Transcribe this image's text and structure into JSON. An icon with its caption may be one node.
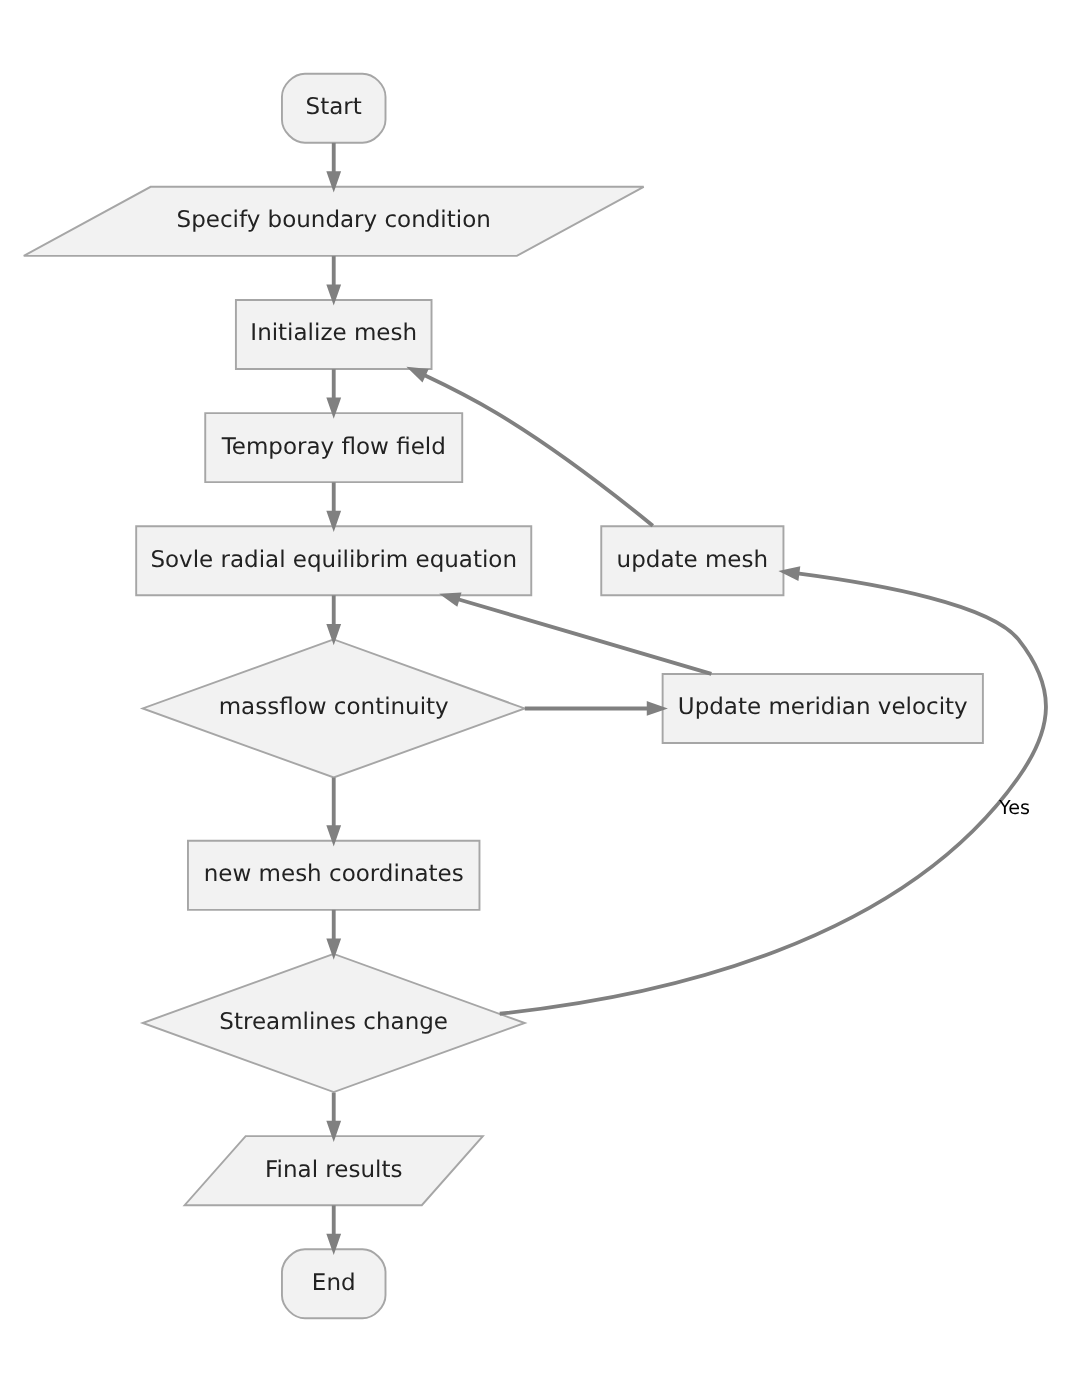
{
  "diagram": {
    "nodes": [
      {
        "text": [
          "Start"
        ]
      },
      {
        "text": [
          "Specify boundary condition"
        ]
      },
      {
        "text": [
          "Initialize mesh"
        ]
      },
      {
        "text": [
          "Temporay flow field"
        ]
      },
      {
        "text": [
          "Sovle radial equilibrim equation"
        ]
      },
      {
        "text": [
          "Update meridian velocity"
        ]
      },
      {
        "text": [
          "massflow continuity"
        ]
      },
      {
        "text": [
          "new mesh coordinates"
        ]
      },
      {
        "text": [
          "Streamlines change"
        ]
      },
      {
        "text": [
          "update mesh"
        ]
      },
      {
        "text": [
          "Final results"
        ]
      },
      {
        "text": [
          "End"
        ]
      }
    ],
    "edges": [
      {
        "from": 0,
        "to": 1,
        "arrow": "to"
      },
      {
        "from": 1,
        "to": 2,
        "arrow": "to"
      },
      {
        "from": 2,
        "to": 3,
        "arrow": "to"
      },
      {
        "from": 3,
        "to": 4,
        "arrow": "to"
      },
      {
        "from": 4,
        "to": 6,
        "arrow": "to"
      },
      {
        "from": 6,
        "to": 5,
        "arrow": "to"
      },
      {
        "from": 5,
        "to": 4,
        "arrow": "to"
      },
      {
        "from": 6,
        "to": 7,
        "arrow": "to"
      },
      {
        "from": 7,
        "to": 8,
        "arrow": "to"
      },
      {
        "from": 8,
        "to": 9,
        "arrow": "to",
        "label": "Yes"
      },
      {
        "from": 9,
        "to": 2,
        "arrow": "to"
      },
      {
        "from": 8,
        "to": 10,
        "arrow": "to"
      },
      {
        "from": 10,
        "to": 11,
        "arrow": "to"
      }
    ]
  }
}
